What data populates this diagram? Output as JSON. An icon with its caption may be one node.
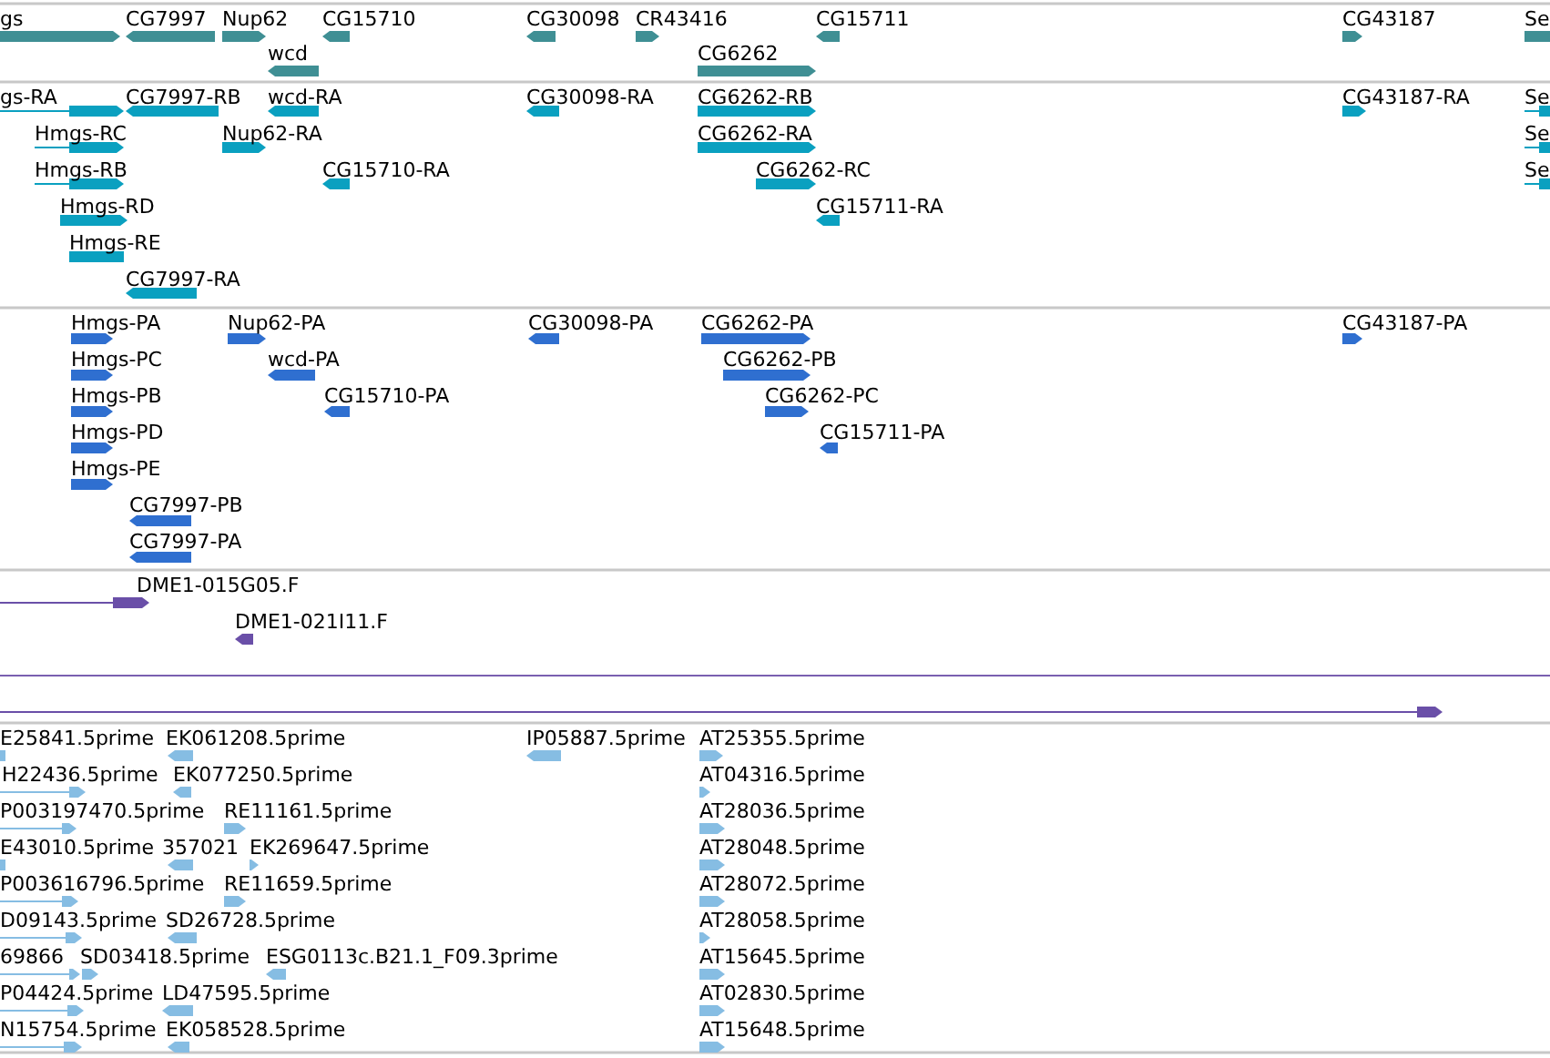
{
  "diagram": {
    "labels": [
      "gs",
      "CG7997",
      "Nup62",
      "CG15710",
      "CG30098",
      "CR43416",
      "CG15711",
      "CG43187",
      "Se",
      "wcd",
      "CG6262",
      "gs-RA",
      "CG7997-RB",
      "wcd-RA",
      "CG30098-RA",
      "CG6262-RB",
      "CG43187-RA",
      "Se",
      "Hmgs-RC",
      "Nup62-RA",
      "CG6262-RA",
      "Se",
      "Hmgs-RB",
      "CG15710-RA",
      "CG6262-RC",
      "Se",
      "Hmgs-RD",
      "CG15711-RA",
      "Hmgs-RE",
      "CG7997-RA",
      "Hmgs-PA",
      "Nup62-PA",
      "CG30098-PA",
      "CG6262-PA",
      "CG43187-PA",
      "Hmgs-PC",
      "wcd-PA",
      "CG6262-PB",
      "Hmgs-PB",
      "CG15710-PA",
      "CG6262-PC",
      "Hmgs-PD",
      "CG15711-PA",
      "Hmgs-PE",
      "CG7997-PB",
      "CG7997-PA",
      "DME1-015G05.F",
      "DME1-021I11.F",
      "E25841.5prime",
      "EK061208.5prime",
      "IP05887.5prime",
      "AT25355.5prime",
      "H22436.5prime",
      "EK077250.5prime",
      "AT04316.5prime",
      "P003197470.5prime",
      "RE11161.5prime",
      "AT28036.5prime",
      "E43010.5prime",
      "357021",
      "EK269647.5prime",
      "AT28048.5prime",
      "P003616796.5prime",
      "RE11659.5prime",
      "AT28072.5prime",
      "D09143.5prime",
      "SD26728.5prime",
      "AT28058.5prime",
      "69866",
      "SD03418.5prime",
      "ESG0113c.B21.1_F09.3prime",
      "AT15645.5prime",
      "P04424.5prime",
      "LD47595.5prime",
      "AT02830.5prime",
      "N15754.5prime",
      "EK058528.5prime",
      "AT15648.5prime"
    ]
  }
}
